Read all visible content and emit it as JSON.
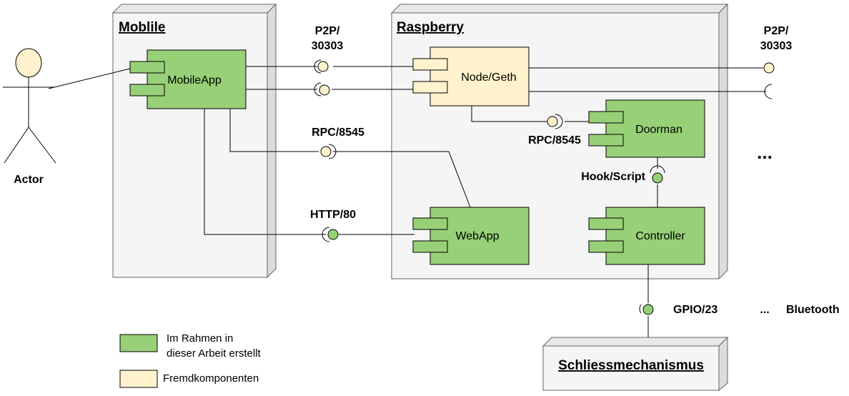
{
  "actor": {
    "label": "Actor"
  },
  "nodes": {
    "mobile": {
      "title": "Moblile"
    },
    "raspberry": {
      "title": "Raspberry"
    },
    "lock": {
      "title": "Schliessmechanismus"
    }
  },
  "components": {
    "mobileapp": {
      "label": "MobileApp"
    },
    "node_geth": {
      "label": "Node/Geth"
    },
    "doorman": {
      "label": "Doorman"
    },
    "webapp": {
      "label": "WebApp"
    },
    "controller": {
      "label": "Controller"
    }
  },
  "labels": {
    "p2p_left_line1": "P2P/",
    "p2p_left_line2": "30303",
    "p2p_right_line1": "P2P/",
    "p2p_right_line2": "30303",
    "rpc_outer": "RPC/8545",
    "rpc_inner": "RPC/8545",
    "http": "HTTP/80",
    "hook": "Hook/Script",
    "gpio": "GPIO/23",
    "ellipsis_bottom": "...",
    "bluetooth": "Bluetooth",
    "more": "..."
  },
  "legend": {
    "own_line1": "Im Rahmen in",
    "own_line2": "dieser Arbeit erstellt",
    "foreign": "Fremdkomponenten"
  },
  "colors": {
    "own_component": "#97d077",
    "foreign_component": "#fff2cc",
    "node_fill": "#f5f5f5",
    "node_stroke": "#666666",
    "line": "#000000"
  }
}
